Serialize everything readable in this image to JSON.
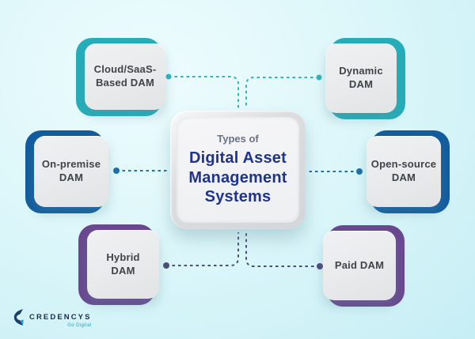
{
  "diagram": {
    "center": {
      "eyebrow": "Types of",
      "title": "Digital Asset Management Systems"
    },
    "nodes": [
      {
        "id": "cloud-saas-dam",
        "line1": "Cloud/SaaS-",
        "line2": "Based DAM",
        "accent": "#24AEBA"
      },
      {
        "id": "dynamic-dam",
        "line1": "Dynamic",
        "line2": "DAM",
        "accent": "#24AEBA"
      },
      {
        "id": "on-premise-dam",
        "line1": "On-premise",
        "line2": "DAM",
        "accent": "#125C9E"
      },
      {
        "id": "open-source-dam",
        "line1": "Open-source",
        "line2": "DAM",
        "accent": "#125C9E"
      },
      {
        "id": "hybrid-dam",
        "line1": "Hybrid",
        "line2": "DAM",
        "accent": "#6A4890"
      },
      {
        "id": "paid-dam",
        "line1": "Paid DAM",
        "line2": "",
        "accent": "#6A4890"
      }
    ],
    "connector_colors": {
      "top": "#2FB3BE",
      "middle": "#1D6FA8",
      "bottom": "#4D4B77"
    },
    "background_color": "#DDF7FA"
  },
  "logo": {
    "brand": "CREDENCYS",
    "tagline": "Go Digital"
  }
}
